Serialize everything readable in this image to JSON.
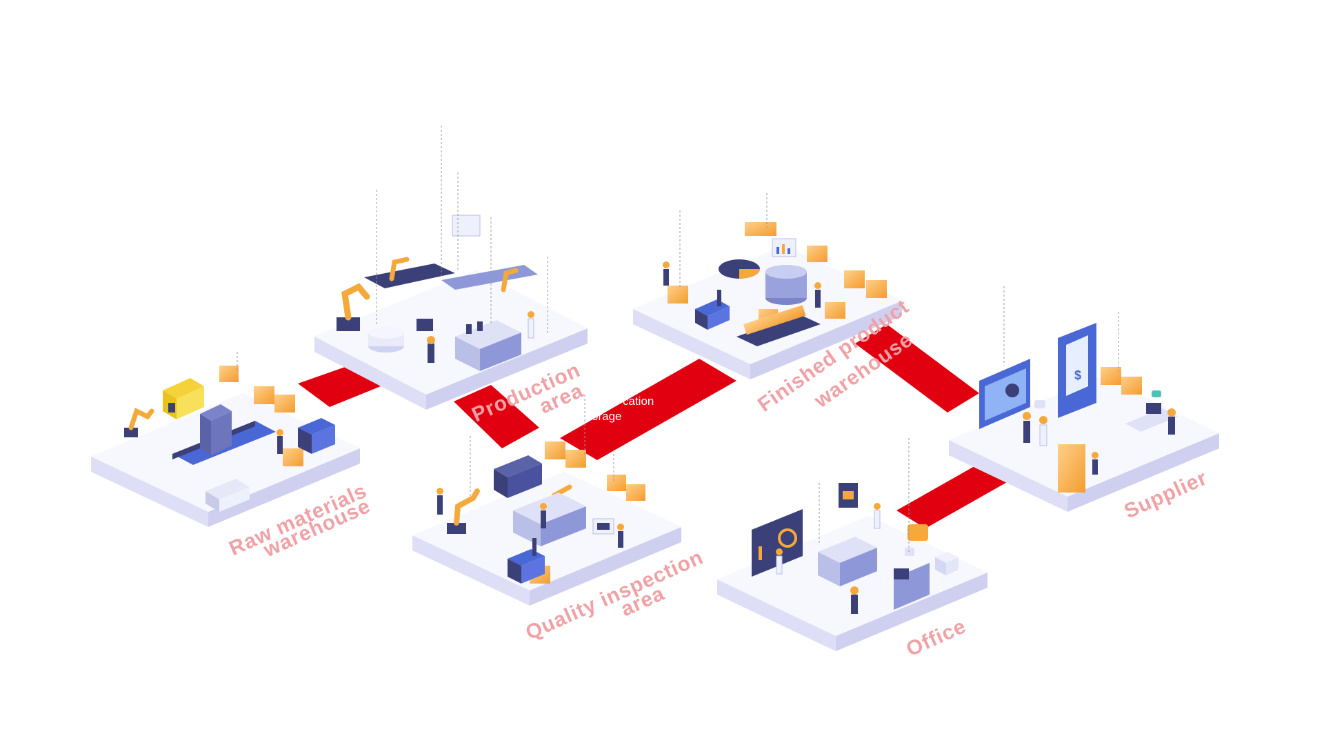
{
  "zones": [
    {
      "id": "raw",
      "lines": [
        "Raw materials",
        "warehouse"
      ]
    },
    {
      "id": "production",
      "lines": [
        "Production",
        "area"
      ]
    },
    {
      "id": "quality",
      "lines": [
        "Quality inspection",
        "area"
      ]
    },
    {
      "id": "finished",
      "lines": [
        "Finished product",
        "warehouse"
      ]
    },
    {
      "id": "office",
      "lines": [
        "Office"
      ]
    },
    {
      "id": "supplier",
      "lines": [
        "Supplier"
      ]
    }
  ],
  "tooltip": {
    "line1": "cation",
    "line2": "orage"
  },
  "colors": {
    "connector": "#e0000f",
    "label": "#f0a1a6",
    "platform_top": "#f7f7fe",
    "platform_side": "#dedff7",
    "accent_orange": "#f5a93a",
    "accent_navy": "#3b4079",
    "accent_blue": "#4a67d6"
  },
  "icons": [
    "robot-arm-icon",
    "truck-icon",
    "forklift-icon",
    "box-stack-icon",
    "conveyor-icon",
    "worker-icon",
    "pie-chart-icon",
    "dashboard-screen-icon",
    "tablet-invoice-icon",
    "chat-bubble-icon"
  ]
}
